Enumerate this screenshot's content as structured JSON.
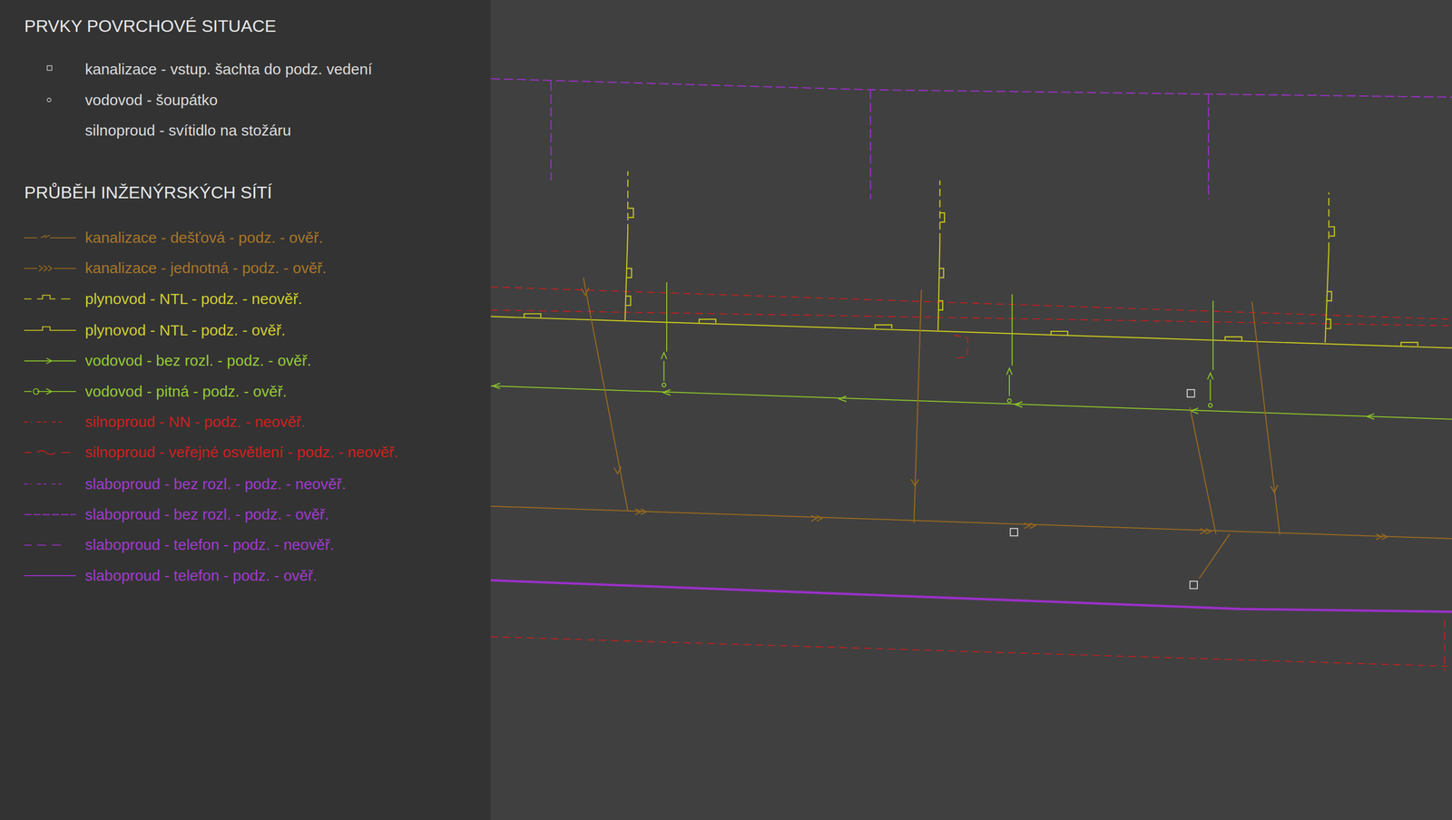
{
  "diagram": {
    "labels": [
      "PRVKY POVRCHOVÉ SITUACE",
      "PRŮBĚH INŽENÝRSKÝCH SÍTÍ"
    ],
    "legend": [
      {
        "text": "kanalizace - vstup. šachta do podz. vedení"
      },
      {
        "text": "vodovod - šoupátko"
      },
      {
        "text": "silnoproud - svítidlo na stožáru"
      },
      {
        "text": "kanalizace - dešťová - podz. - ověř."
      },
      {
        "text": "kanalizace - jednotná - podz. - ověř."
      },
      {
        "text": "plynovod - NTL - podz. - neověř."
      },
      {
        "text": "plynovod - NTL - podz. - ověř."
      },
      {
        "text": "vodovod - bez rozl. - podz. - ověř."
      },
      {
        "text": "vodovod - pitná - podz. - ověř."
      },
      {
        "text": "silnoproud - NN - podz. - neověř."
      },
      {
        "text": "silnoproud - veřejné osvětlení - podz. - neověř."
      },
      {
        "text": "slaboproud - bez rozl. - podz. - neověř."
      },
      {
        "text": "slaboproud - bez rozl. - podz. - ověř."
      },
      {
        "text": "slaboproud - telefon - podz. - neověř."
      },
      {
        "text": "slaboproud - telefon - podz. - ověř."
      }
    ]
  }
}
